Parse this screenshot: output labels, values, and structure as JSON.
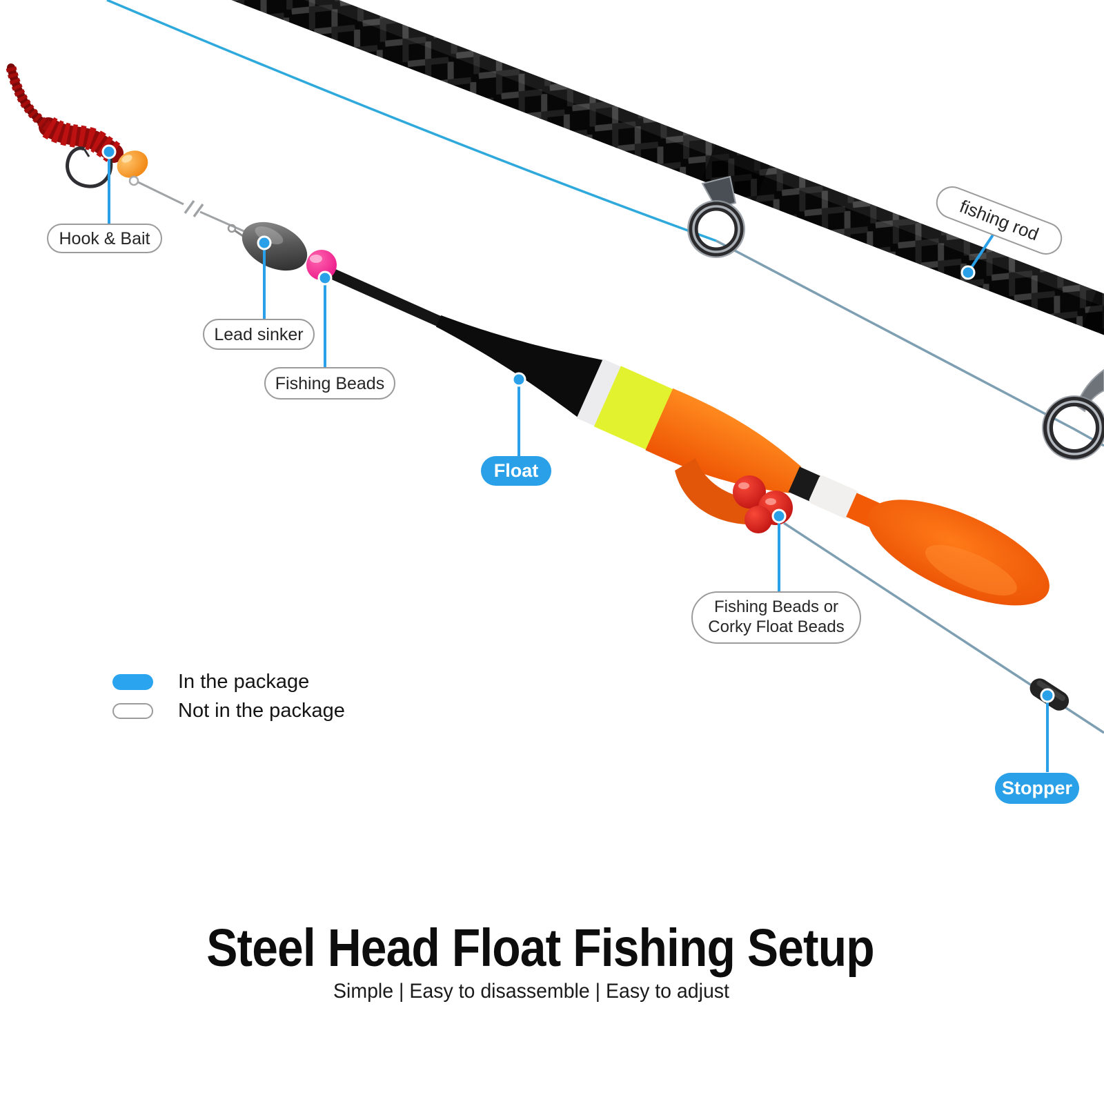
{
  "title": "Steel Head Float Fishing Setup",
  "subtitle": "Simple | Easy to disassemble | Easy to adjust",
  "labels": {
    "hook_bait": "Hook & Bait",
    "lead_sinker": "Lead sinker",
    "fishing_beads": "Fishing Beads",
    "float": "Float",
    "fishing_rod": "fishing rod",
    "beads_or_corky_line1": "Fishing Beads or",
    "beads_or_corky_line2": "Corky Float Beads",
    "stopper": "Stopper"
  },
  "legend": {
    "in_package": "In the package",
    "not_in_package": "Not in the package"
  },
  "colors": {
    "accent": "#2AA0E8",
    "line_main": "#2FA9DC",
    "line_secondary": "#7E9FB2",
    "float_orange": "#F25A05",
    "float_yellow": "#E3F22E",
    "bead_pink": "#E80C84",
    "bead_red": "#C90F0F",
    "worm_red": "#BD1111"
  }
}
